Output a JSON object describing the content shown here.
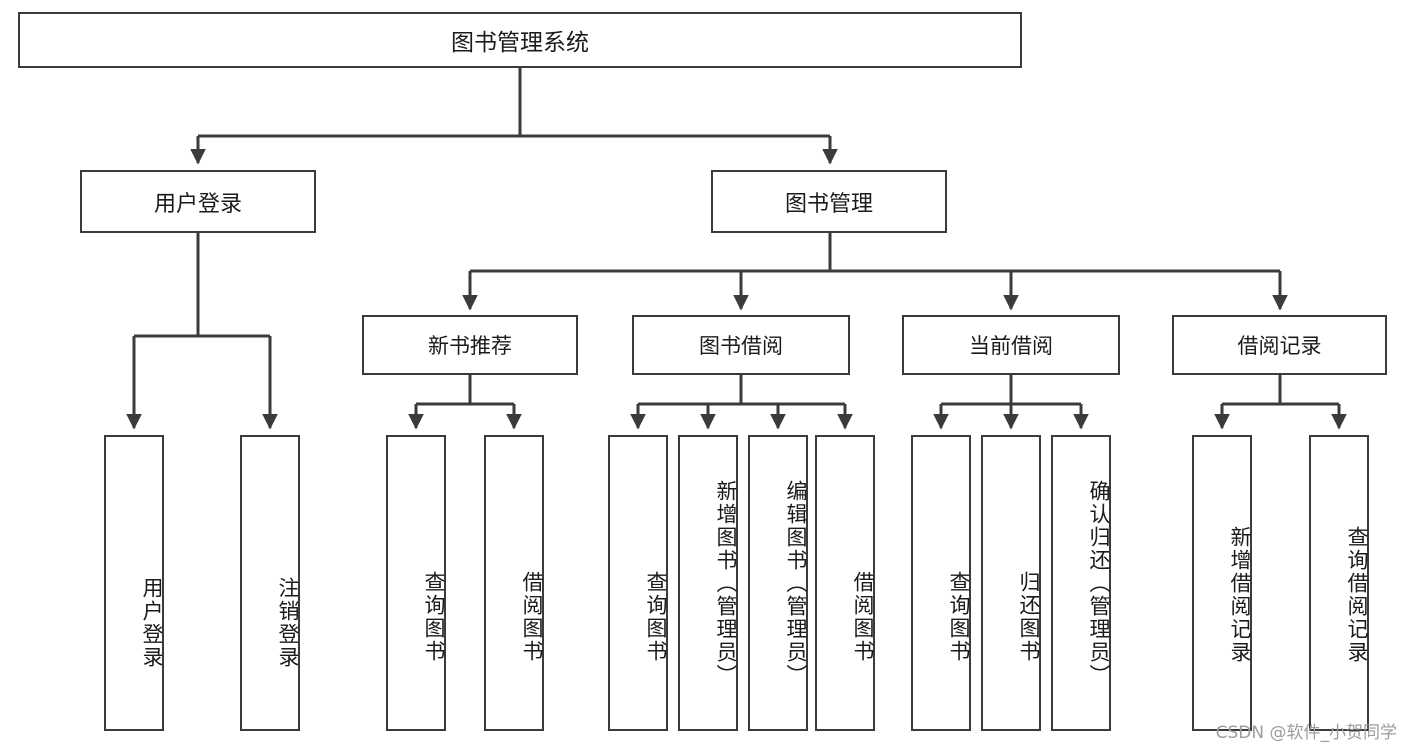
{
  "diagram": {
    "title": "图书管理系统",
    "watermark": "CSDN @软件_小贺同学",
    "line_color": "#3b3b3b",
    "text_color": "#1b1b1b",
    "background": "#ffffff",
    "root": {
      "label": "图书管理系统"
    },
    "level2": [
      {
        "label": "用户登录"
      },
      {
        "label": "图书管理"
      }
    ],
    "level3": [
      {
        "label": "新书推荐"
      },
      {
        "label": "图书借阅"
      },
      {
        "label": "当前借阅"
      },
      {
        "label": "借阅记录"
      }
    ],
    "leaves": {
      "user_login": [
        {
          "label": "用户登录"
        },
        {
          "label": "注销登录"
        }
      ],
      "new_book_recommend": [
        {
          "label": "查询图书"
        },
        {
          "label": "借阅图书"
        }
      ],
      "book_borrow": [
        {
          "label": "查询图书"
        },
        {
          "label": "新增图书（管理员）"
        },
        {
          "label": "编辑图书（管理员）"
        },
        {
          "label": "借阅图书"
        }
      ],
      "current_borrow": [
        {
          "label": "查询图书"
        },
        {
          "label": "归还图书"
        },
        {
          "label": "确认归还（管理员）"
        }
      ],
      "borrow_record": [
        {
          "label": "新增借阅记录"
        },
        {
          "label": "查询借阅记录"
        }
      ]
    }
  }
}
